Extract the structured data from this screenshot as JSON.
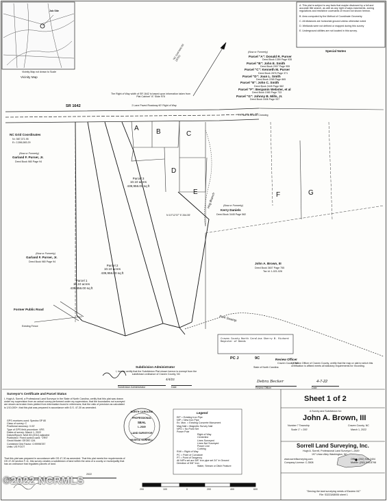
{
  "vicinity": {
    "job_site": "Job Site",
    "caption": "Vicinity Map not drawn to Scale",
    "title": "Vicinity Map"
  },
  "notes": {
    "title": "Special Notes",
    "items": [
      "A. This plat is subject to any facts that maybe disclosed by a full and accurate title search, as well as any right of ways easements, zoning regulations and restrictive covenants of record not shown hereon.",
      "B. Area computed by the Method of Coordinate Geometry",
      "C. All distances are horizontal ground unless otherwise noted",
      "D. Wetlands were not defined or mapped during this survey",
      "E. Underground utilities are not located in this survey."
    ]
  },
  "grid": {
    "north": "NC Grid NAD 83 (2011)",
    "coords_title": "NC Grid Coordinates",
    "n": "N= 587,371.95",
    "e": "E= 2,556,583.29"
  },
  "parcels_legend": {
    "header": "(Now or Formerly)",
    "items": [
      {
        "name": "Parcel \"A\": Donald R. Purser",
        "deed": "Deed Book 1359 Page 935"
      },
      {
        "name": "Parcel \"B\": John E. Smith",
        "deed": "Deed Book 2907 Page 955"
      },
      {
        "name": "Parcel \"C\": Kenneth M. Purser",
        "deed": "Deed Book 2876 Page 371"
      },
      {
        "name": "Parcel \"D\": Joan L. Smith",
        "deed": "Deed Book 2265 Page 865"
      },
      {
        "name": "Parcel \"E\": John C. Smith",
        "deed": "Deed Book 3445 Page 582"
      },
      {
        "name": "Parcel \"F\": Benjamin Webster, et al",
        "deed": "Deed Book 1980 Page 733"
      },
      {
        "name": "Parcel \"G\": Johnny B. Mills, Jr.",
        "deed": "Deed Book 1606 Page 937"
      }
    ]
  },
  "map": {
    "road": "SR 1642",
    "row_note": "The Right of Way width of SR 1642 is based upon information taken from Plat Cabinet \"A\" Slide 978",
    "paved": "2 Lane Paved Roadway 60' Right of Way",
    "pk_nail": "PK Nail at Branch Crossing",
    "parcel_letters": [
      "A",
      "B",
      "C",
      "D",
      "E",
      "F",
      "G"
    ],
    "owner_left_1_nof": "(Now or Formerly)",
    "owner_left_1": "Garland F. Purser, Jr.",
    "owner_left_1_deed": "Deed Book 980 Page 94",
    "owner_left_2_nof": "(Now or Formerly)",
    "owner_left_2": "Garland F. Purser, Jr.",
    "owner_left_2_deed": "Deed Book 980 Page 94",
    "kerry_nof": "(Now or Formerly)",
    "kerry": "Kerry Daniels",
    "kerry_deed": "Deed Book 3445 Page 582",
    "brown": "John A. Brown, III",
    "brown_deed": "Deed Book 3607 Page 755",
    "brown_tax": "Tax Id: 1-021-026",
    "former_road": "Former Public Road",
    "existing_fence": "Existing Fence",
    "run": "Fork Swamp",
    "branch": "Hog Branch",
    "parcel1": {
      "name": "Parcel 1",
      "acres": "10.10 acres",
      "sqft": "439,956.00 sq ft"
    },
    "parcel2": {
      "name": "Parcel 2",
      "acres": "10.10 acres",
      "sqft": "439,956.00 sq ft"
    },
    "parcel3": {
      "name": "Parcel 3",
      "acres": "10.10 acres",
      "sqft": "439,956.00 sq ft"
    },
    "bearing": "N 10°12'07\" E",
    "dist": "264.55'"
  },
  "subdivision": {
    "title": "Subdivision Administrator",
    "text": "I, hereby certify that the Subdivision Plat shown hereon is exempt from the subdivision ordinance of Craven County, NC",
    "date": "4/4/22",
    "sig_label": "Subdivision Administrator",
    "date_label": "Date"
  },
  "review": {
    "title": "Review Officer",
    "county": "Craven County, NC",
    "state_line": "State of North Carolina",
    "text": "I, Review Officer of Craven County, certify that the map or plat to which this certification is affixed meets all statutory requirements for recording.",
    "sig": "Debra Becker",
    "date": "4-7-22",
    "sig_label": "Review Officer",
    "date_label": "Date",
    "stamp": "Craven County North Carolina Sherry B. Richard Register of Deeds"
  },
  "recording": {
    "plat_label": "PC",
    "cabinet": "J",
    "slide": "9C"
  },
  "surveyor": {
    "title": "Surveyor's Certificate and Parcel Status",
    "text": "I, Hugh A. Sorrell, a Professional Land Surveyor in the State of North Carolina, certify that this plat was drawn under my supervision from an actual survey performed under my supervision; that the boundaries not surveyed are shown as broken lines plotted from information found in references; that the ratio of precision as calculated is 1/10,000+; that this plat was prepared in accordance with G.S. 47-30 as amended.",
    "gps": [
      "GPS receivers used: Spectra SP 80",
      "Class of survey: C",
      "Positional accuracy: 0.03'",
      "Type of GPS field procedure: VRS",
      "Dates of survey: March 1, 2022",
      "Datum/Epoch: NAD 83 (2011) adjusted",
      "Published / Fixed control used: \"VRS\"",
      "Geoid Model: GEOID 12A",
      "Combined Grid Factor: 0.99996787",
      "Units: US FOOT"
    ],
    "cert2": "That this plat was prepared in accordance with GS 47-30 as amended. That this plat meets the requirements of GS 47-30 section F-11, this survey creates a subdivision of land within the area of a county or municipality that has an ordinance that regulates parcels of land.",
    "sig_date": "2022",
    "name_line": "Hugh A. Sorrell, Professional Land Surveyor, L-2649",
    "seal_top": "NORTH CAROLINA",
    "seal_mid": "PROFESSIONAL",
    "seal_seal": "SEAL",
    "seal_num": "L-2649",
    "seal_bot": "LAND SURVEYOR",
    "seal_name": "HUGH A. SORRELL"
  },
  "legend": {
    "title": "Legend",
    "items": [
      "EIP = Existing Iron Pipe",
      "NIP = New Iron Pipe",
      "Ex. Mon. = Existing Concrete Monument",
      "Mag Nail = Magnetic Survey Nail",
      "NPO = No Point Set",
      "Power Pole",
      "Right of Way",
      "Centerline",
      "Lines Surveyed",
      "Lines Not Surveyed",
      "Power Line",
      "Curbing",
      "R/W = Right of Way",
      "PC = Point of Curvature",
      "PT = Point of Tangency",
      "All NIP's set are 5/8\" iron pipe set 24\" in Ground",
      "Direction of 5/8\" Iron",
      "Water, Stream or Ditch Feature"
    ]
  },
  "title_block": {
    "sheet": "Sheet 1 of 2",
    "subtitle": "A Survey and Subdivision for:",
    "client": "John A. Brown, III",
    "township_l": "Number 7 Township",
    "scale": "Scale 1\" = 200'",
    "county_r": "Craven County, NC",
    "date_r": "March 1, 2022",
    "company": "Sorrell Land Surveying, Inc.",
    "addr1": "Hugh A. Sorrell, Professional Land Surveyor L-2649",
    "addr2": "197 Union Alley  Washington, NC",
    "web": "www.sorrellsurveying.com",
    "email": "Company License: C-3508",
    "phone1": "Office: (252) 946-2404",
    "phone2": "Mobile: (252) 944-8798",
    "slogan": "\"Serving the land surveying needs of Eastern NC\"",
    "file": "File: S3223AB006 sheet 1"
  },
  "scale_bar": {
    "labels": [
      "200",
      "100",
      "0",
      "200",
      "400",
      "600"
    ]
  },
  "watermark": "©2022 NCRMLS"
}
